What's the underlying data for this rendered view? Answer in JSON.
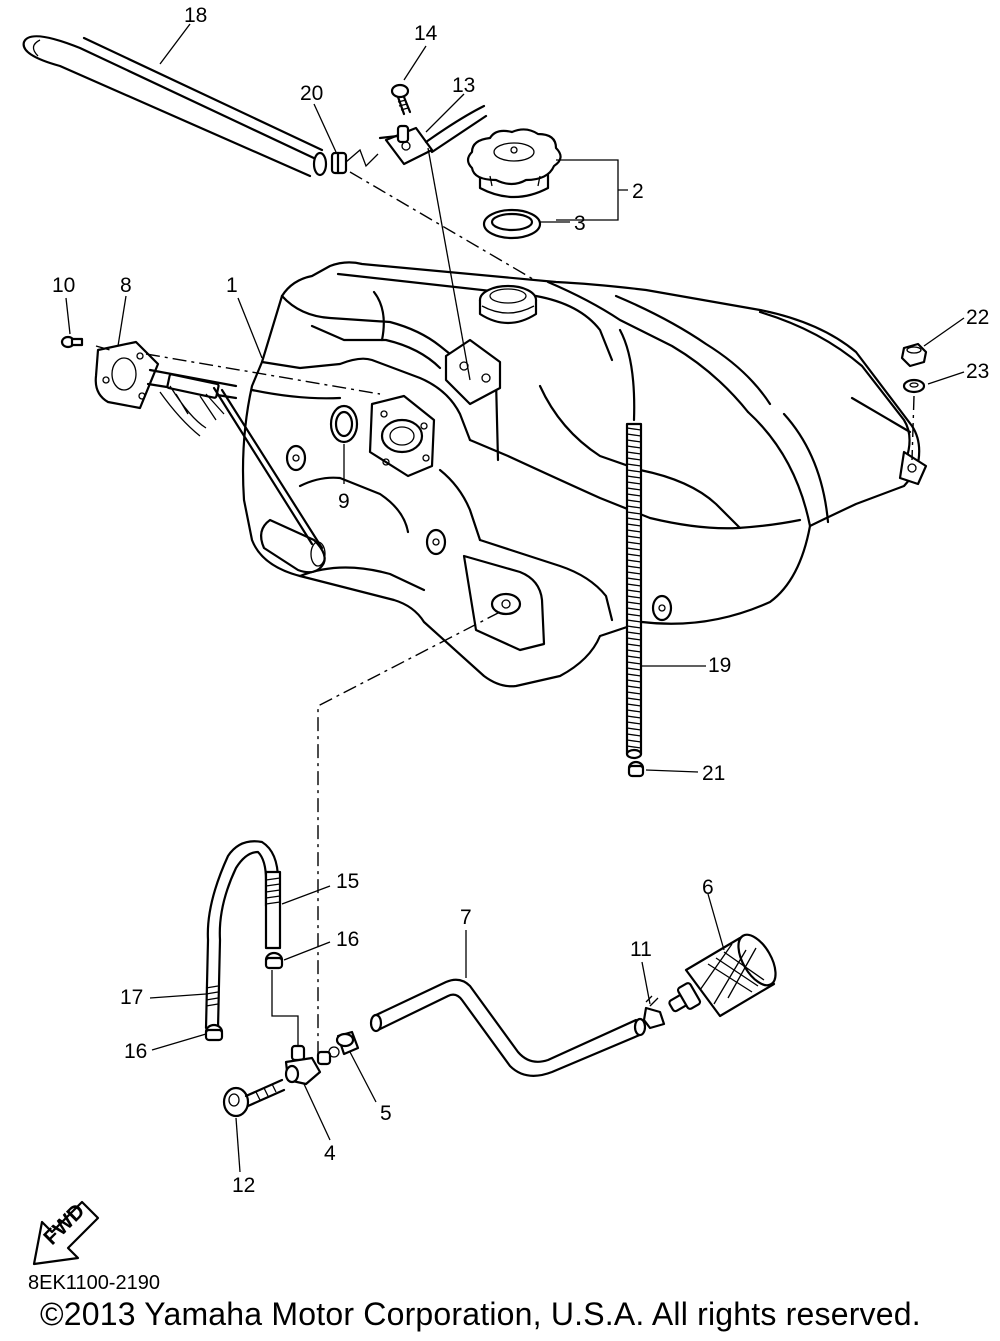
{
  "diagram": {
    "callouts": [
      {
        "id": "c1",
        "text": "1"
      },
      {
        "id": "c2",
        "text": "2"
      },
      {
        "id": "c3",
        "text": "3"
      },
      {
        "id": "c4",
        "text": "4"
      },
      {
        "id": "c5",
        "text": "5"
      },
      {
        "id": "c6",
        "text": "6"
      },
      {
        "id": "c7",
        "text": "7"
      },
      {
        "id": "c8",
        "text": "8"
      },
      {
        "id": "c9",
        "text": "9"
      },
      {
        "id": "c10",
        "text": "10"
      },
      {
        "id": "c11",
        "text": "11"
      },
      {
        "id": "c12",
        "text": "12"
      },
      {
        "id": "c13",
        "text": "13"
      },
      {
        "id": "c14",
        "text": "14"
      },
      {
        "id": "c15",
        "text": "15"
      },
      {
        "id": "c16a",
        "text": "16"
      },
      {
        "id": "c16b",
        "text": "16"
      },
      {
        "id": "c17",
        "text": "17"
      },
      {
        "id": "c18",
        "text": "18"
      },
      {
        "id": "c19",
        "text": "19"
      },
      {
        "id": "c20",
        "text": "20"
      },
      {
        "id": "c21",
        "text": "21"
      },
      {
        "id": "c22",
        "text": "22"
      },
      {
        "id": "c23",
        "text": "23"
      }
    ],
    "fwd_label": "FWD"
  },
  "footer": {
    "part_number": "8EK1100-2190",
    "copyright": "©2013 Yamaha Motor Corporation, U.S.A. All rights reserved."
  }
}
